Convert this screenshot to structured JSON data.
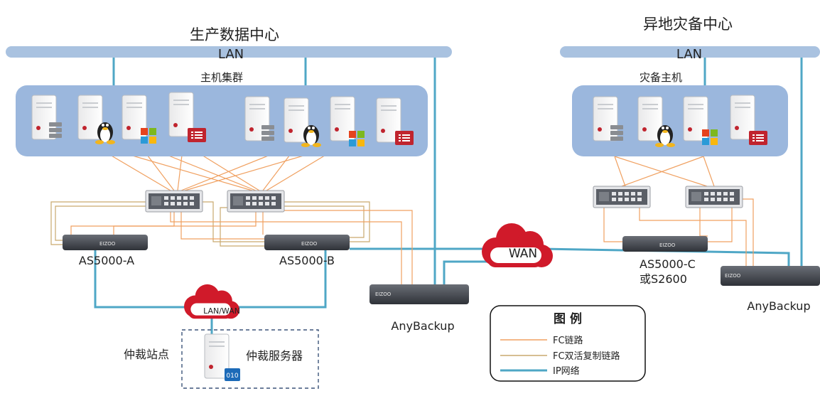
{
  "titles": {
    "primary_dc": "生产数据中心",
    "remote_dc": "异地灾备中心"
  },
  "lan": {
    "left": "LAN",
    "right": "LAN"
  },
  "groups": {
    "host_cluster": "主机集群",
    "dr_hosts": "灾备主机"
  },
  "storage": {
    "a": "AS5000-A",
    "b": "AS5000-B",
    "c_line1": "AS5000-C",
    "c_line2": "或S2600"
  },
  "device_brand": "EIZOO",
  "clouds": {
    "wan": "WAN",
    "lanwan": "LAN/WAN"
  },
  "backup": {
    "left": "AnyBackup",
    "right": "AnyBackup"
  },
  "arbitration": {
    "site": "仲裁站点",
    "server": "仲裁服务器",
    "badge": "010"
  },
  "legend": {
    "title": "图  例",
    "items": [
      {
        "label": "FC链路",
        "color": "#f0a060"
      },
      {
        "label": "FC双活复制链路",
        "color": "#c9a96e"
      },
      {
        "label": "IP网络",
        "color": "#4fa7c6"
      }
    ]
  },
  "colors": {
    "lan_bar": "#a9c2e0",
    "cluster_bg": "#9bb7dd",
    "ip_link": "#4fa7c6",
    "fc_link": "#f0a060",
    "cloud_red": "#d01a2a"
  }
}
